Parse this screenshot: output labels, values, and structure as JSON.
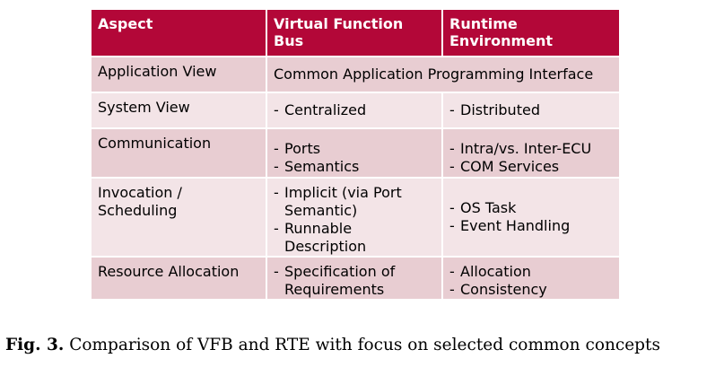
{
  "table": {
    "headers": [
      "Aspect",
      "Virtual Function Bus",
      "Runtime Environment"
    ],
    "rows": [
      {
        "aspect": "Application View",
        "merged": "Common Application Programming Interface"
      },
      {
        "aspect": "System View",
        "vfb": [
          "Centralized"
        ],
        "rte": [
          "Distributed"
        ]
      },
      {
        "aspect": "Communication",
        "vfb": [
          "Ports",
          "Semantics"
        ],
        "rte": [
          "Intra/vs. Inter-ECU",
          "COM Services"
        ]
      },
      {
        "aspect": "Invocation / Scheduling",
        "vfb": [
          "Implicit (via Port Semantic)",
          "Runnable Description"
        ],
        "rte": [
          "OS Task",
          "Event Handling"
        ]
      },
      {
        "aspect": "Resource Allocation",
        "vfb": [
          "Specification of Requirements"
        ],
        "rte": [
          "Allocation",
          "Consistency"
        ]
      }
    ],
    "colors": {
      "header_bg": "#b30738",
      "row_odd": "#e8cdd2",
      "row_even": "#f3e4e7"
    }
  },
  "caption": {
    "label": "Fig. 3.",
    "text": "Comparison of VFB and RTE with focus on selected common concepts"
  }
}
